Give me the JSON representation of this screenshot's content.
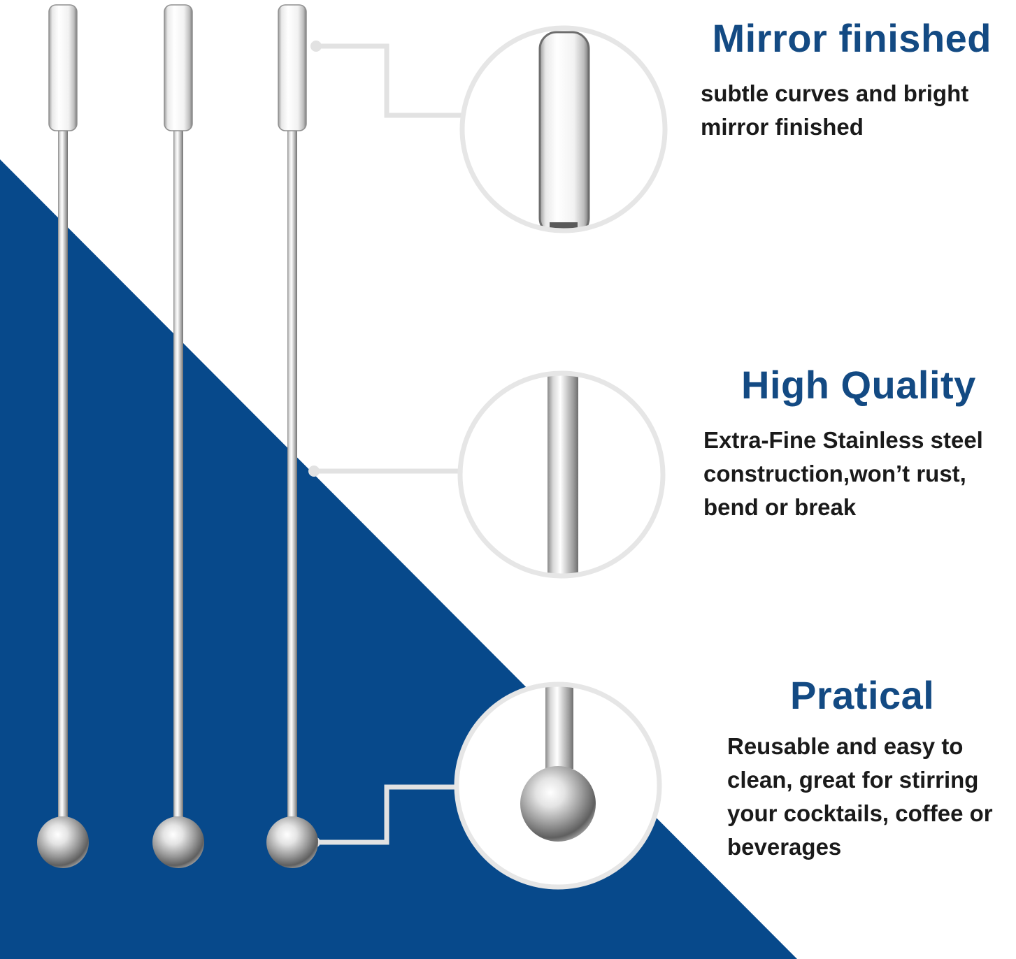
{
  "colors": {
    "background": "#ffffff",
    "accent_blue": "#07498b",
    "heading_blue": "#134a83",
    "body_text": "#1a1a1a",
    "callout_line": "#e2e2e2",
    "steel_light": "#f4f4f4",
    "steel_dark": "#7d7d7d"
  },
  "features": [
    {
      "title": "Mirror finished",
      "lines": [
        "subtle curves and bright",
        "mirror finished"
      ]
    },
    {
      "title": "High Quality",
      "lines": [
        "Extra-Fine Stainless steel",
        "construction,won’t rust,",
        "bend or break"
      ]
    },
    {
      "title": "Pratical",
      "lines": [
        "Reusable and easy to",
        "clean,  great for stirring",
        "your cocktails,  coffee or",
        "beverages"
      ]
    }
  ],
  "product": {
    "name": "stainless-steel-stirrer",
    "count_shown": 3,
    "zoom_details": [
      "paddle-end",
      "shaft",
      "ball-end"
    ]
  }
}
